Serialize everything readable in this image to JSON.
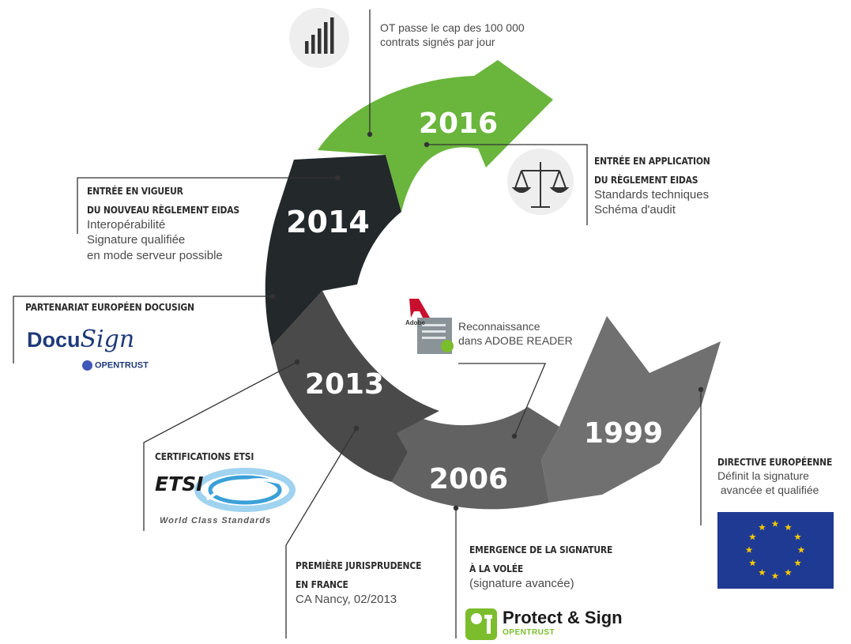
{
  "years": {
    "y1999": "1999",
    "y2006": "2006",
    "y2013": "2013",
    "y2014": "2014",
    "y2016": "2016"
  },
  "events": {
    "ot_cap": {
      "lines": [
        "OT passe le cap des 100 000",
        "contrats signés par jour"
      ]
    },
    "eidas_application": {
      "heading": [
        "ENTRÉE EN APPLICATION",
        "DU RÈGLEMENT EIDAS"
      ],
      "lines": [
        "Standards techniques",
        "Schéma d'audit"
      ]
    },
    "eidas_vigueur": {
      "heading": [
        "ENTRÉE EN VIGUEUR",
        "DU NOUVEAU RÈGLEMENT EIDAS"
      ],
      "lines": [
        "Interopérabilité",
        "Signature qualifiée",
        "en mode serveur possible"
      ]
    },
    "docusign": {
      "heading": "PARTENARIAT EUROPÉEN DOCUSIGN"
    },
    "adobe": {
      "lines": [
        "Reconnaissance",
        "dans ADOBE READER"
      ]
    },
    "etsi": {
      "heading": "CERTIFICATIONS ETSI"
    },
    "jurisprudence": {
      "heading": [
        "PREMIÈRE JURISPRUDENCE",
        " EN FRANCE"
      ],
      "lines": [
        "CA Nancy, 02/2013"
      ]
    },
    "emergence": {
      "heading": [
        "EMERGENCE DE LA SIGNATURE",
        "À LA VOLÉE"
      ],
      "lines": [
        "(signature avancée)"
      ]
    },
    "directive": {
      "heading": "DIRECTIVE EUROPÉENNE",
      "lines": [
        "Définit la signature",
        " avancée et qualifiée"
      ]
    }
  },
  "logos": {
    "docusign_word1": "Docu",
    "docusign_word2": "Sign",
    "opentrust_small": "OPENTRUST",
    "etsi_word": "ETSI",
    "etsi_tagline": "World Class Standards",
    "adobe_word": "Adobe",
    "protect_title": "Protect & Sign",
    "protect_sub": "OPENTRUST",
    "protect_mark": "OT"
  },
  "colors": {
    "segment_2016": "#6ab53c",
    "segment_2014": "#23282b",
    "segment_2013": "#4a4a4a",
    "segment_2006": "#626262",
    "segment_1999": "#707070",
    "eu_blue": "#1f3a93",
    "eu_star": "#f5c800",
    "adobe_red": "#c8102e",
    "docusign_blue": "#1f3a7a",
    "etsi_blue": "#3aa0d8",
    "protect_green": "#7bbd2c"
  },
  "icons": [
    "bar-chart-icon",
    "scales-icon",
    "adobe-document-icon",
    "eu-flag"
  ]
}
